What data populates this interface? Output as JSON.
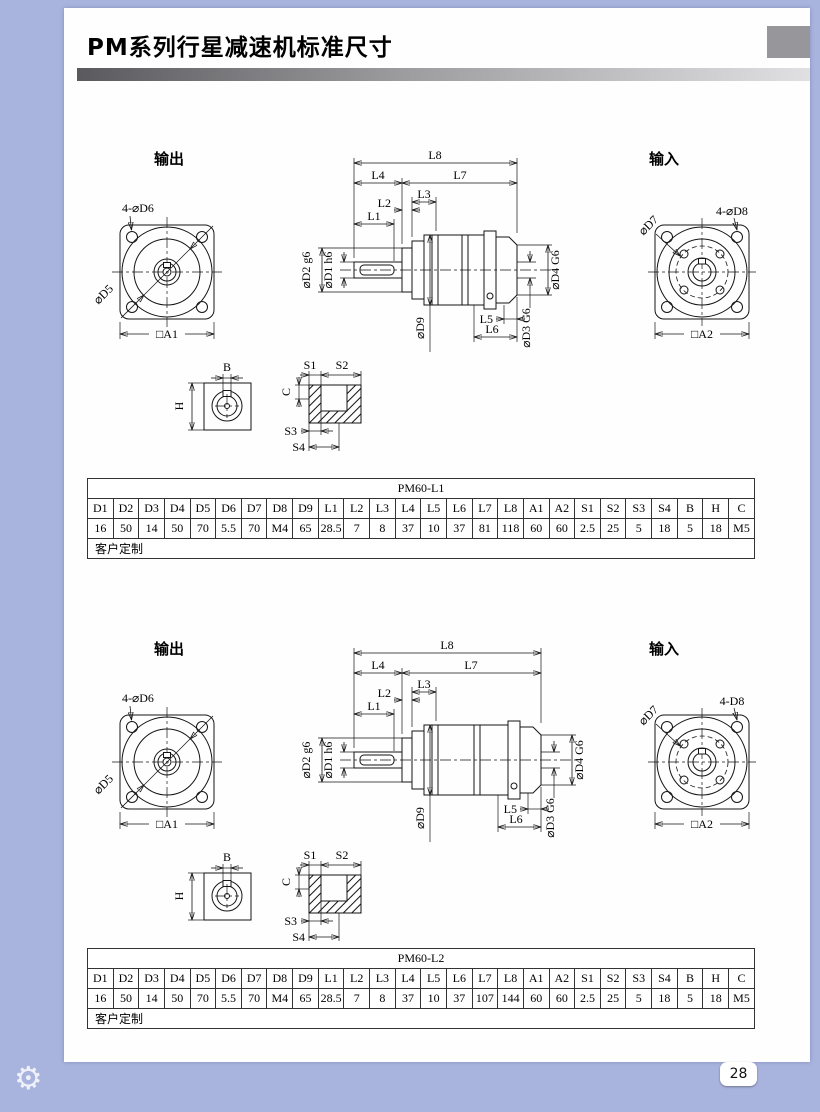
{
  "page": {
    "title": "PM系列行星减速机标准尺寸",
    "page_number": "28",
    "colors": {
      "background": "#a9b4de",
      "header_bar": "#8a8a8e",
      "corner_block": "#97979b"
    }
  },
  "sections": [
    {
      "output_label": "输出",
      "input_label": "输入",
      "labels": {
        "d6": "4-⌀D6",
        "d5": "⌀D5",
        "a1": "□A1",
        "l1": "L1",
        "l2": "L2",
        "l3": "L3",
        "l4": "L4",
        "l5": "L5",
        "l6": "L6",
        "l7": "L7",
        "l8": "L8",
        "d2": "⌀D2 g6",
        "d1": "⌀D1 h6",
        "d9": "⌀D9",
        "d3": "⌀D3 G6",
        "d4": "⌀D4 G6",
        "d7": "⌀D7",
        "d8": "4-⌀D8",
        "a2": "□A2",
        "b": "B",
        "h": "H",
        "c": "C",
        "s1": "S1",
        "s2": "S2",
        "s3": "S3",
        "s4": "S4"
      },
      "table": {
        "title": "PM60-L1",
        "columns": [
          "D1",
          "D2",
          "D3",
          "D4",
          "D5",
          "D6",
          "D7",
          "D8",
          "D9",
          "L1",
          "L2",
          "L3",
          "L4",
          "L5",
          "L6",
          "L7",
          "L8",
          "A1",
          "A2",
          "S1",
          "S2",
          "S3",
          "S4",
          "B",
          "H",
          "C"
        ],
        "values": [
          "16",
          "50",
          "14",
          "50",
          "70",
          "5.5",
          "70",
          "M4",
          "65",
          "28.5",
          "7",
          "8",
          "37",
          "10",
          "37",
          "81",
          "118",
          "60",
          "60",
          "2.5",
          "25",
          "5",
          "18",
          "5",
          "18",
          "M5"
        ],
        "footer": "客户定制"
      }
    },
    {
      "output_label": "输出",
      "input_label": "输入",
      "labels": {
        "d6": "4-⌀D6",
        "d5": "⌀D5",
        "a1": "□A1",
        "l1": "L1",
        "l2": "L2",
        "l3": "L3",
        "l4": "L4",
        "l5": "L5",
        "l6": "L6",
        "l7": "L7",
        "l8": "L8",
        "d2": "⌀D2 g6",
        "d1": "⌀D1 h6",
        "d9": "⌀D9",
        "d3": "⌀D3 G6",
        "d4": "⌀D4 G6",
        "d7": "⌀D7",
        "d8": "4-D8",
        "a2": "□A2",
        "b": "B",
        "h": "H",
        "c": "C",
        "s1": "S1",
        "s2": "S2",
        "s3": "S3",
        "s4": "S4"
      },
      "table": {
        "title": "PM60-L2",
        "columns": [
          "D1",
          "D2",
          "D3",
          "D4",
          "D5",
          "D6",
          "D7",
          "D8",
          "D9",
          "L1",
          "L2",
          "L3",
          "L4",
          "L5",
          "L6",
          "L7",
          "L8",
          "A1",
          "A2",
          "S1",
          "S2",
          "S3",
          "S4",
          "B",
          "H",
          "C"
        ],
        "values": [
          "16",
          "50",
          "14",
          "50",
          "70",
          "5.5",
          "70",
          "M4",
          "65",
          "28.5",
          "7",
          "8",
          "37",
          "10",
          "37",
          "107",
          "144",
          "60",
          "60",
          "2.5",
          "25",
          "5",
          "18",
          "5",
          "18",
          "M5"
        ],
        "footer": "客户定制"
      }
    }
  ]
}
